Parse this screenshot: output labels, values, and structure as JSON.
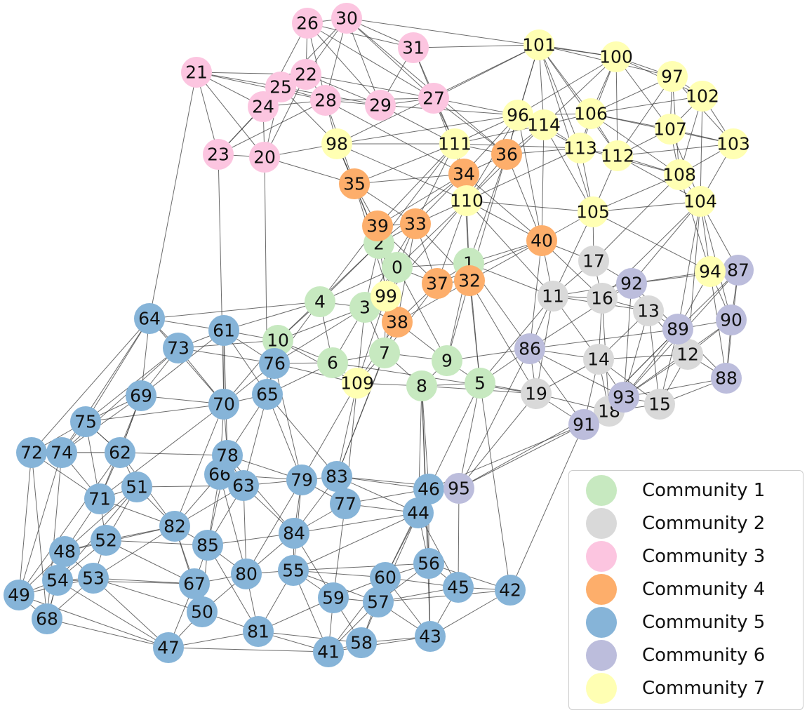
{
  "graph": {
    "communities": [
      {
        "id": 1,
        "label": "Community 1",
        "color": "#c7e9c0"
      },
      {
        "id": 2,
        "label": "Community 2",
        "color": "#d9d9d9"
      },
      {
        "id": 3,
        "label": "Community 3",
        "color": "#fcc5e0"
      },
      {
        "id": 4,
        "label": "Community 4",
        "color": "#fdae6b"
      },
      {
        "id": 5,
        "label": "Community 5",
        "color": "#86b4d8"
      },
      {
        "id": 6,
        "label": "Community 6",
        "color": "#bcbddc"
      },
      {
        "id": 7,
        "label": "Community 7",
        "color": "#ffffb3"
      }
    ],
    "nodes": [
      {
        "id": "0",
        "community": 1
      },
      {
        "id": "1",
        "community": 1
      },
      {
        "id": "2",
        "community": 1
      },
      {
        "id": "3",
        "community": 1
      },
      {
        "id": "4",
        "community": 1
      },
      {
        "id": "5",
        "community": 1
      },
      {
        "id": "6",
        "community": 1
      },
      {
        "id": "7",
        "community": 1
      },
      {
        "id": "8",
        "community": 1
      },
      {
        "id": "9",
        "community": 1
      },
      {
        "id": "10",
        "community": 1
      },
      {
        "id": "11",
        "community": 2
      },
      {
        "id": "12",
        "community": 2
      },
      {
        "id": "13",
        "community": 2
      },
      {
        "id": "14",
        "community": 2
      },
      {
        "id": "15",
        "community": 2
      },
      {
        "id": "16",
        "community": 2
      },
      {
        "id": "17",
        "community": 2
      },
      {
        "id": "18",
        "community": 2
      },
      {
        "id": "19",
        "community": 2
      },
      {
        "id": "20",
        "community": 3
      },
      {
        "id": "21",
        "community": 3
      },
      {
        "id": "22",
        "community": 3
      },
      {
        "id": "23",
        "community": 3
      },
      {
        "id": "24",
        "community": 3
      },
      {
        "id": "25",
        "community": 3
      },
      {
        "id": "26",
        "community": 3
      },
      {
        "id": "27",
        "community": 3
      },
      {
        "id": "28",
        "community": 3
      },
      {
        "id": "29",
        "community": 3
      },
      {
        "id": "30",
        "community": 3
      },
      {
        "id": "31",
        "community": 3
      },
      {
        "id": "32",
        "community": 4
      },
      {
        "id": "33",
        "community": 4
      },
      {
        "id": "34",
        "community": 4
      },
      {
        "id": "35",
        "community": 4
      },
      {
        "id": "36",
        "community": 4
      },
      {
        "id": "37",
        "community": 4
      },
      {
        "id": "38",
        "community": 4
      },
      {
        "id": "39",
        "community": 4
      },
      {
        "id": "40",
        "community": 4
      },
      {
        "id": "41",
        "community": 5
      },
      {
        "id": "42",
        "community": 5
      },
      {
        "id": "43",
        "community": 5
      },
      {
        "id": "44",
        "community": 5
      },
      {
        "id": "45",
        "community": 5
      },
      {
        "id": "46",
        "community": 5
      },
      {
        "id": "47",
        "community": 5
      },
      {
        "id": "48",
        "community": 5
      },
      {
        "id": "49",
        "community": 5
      },
      {
        "id": "50",
        "community": 5
      },
      {
        "id": "51",
        "community": 5
      },
      {
        "id": "52",
        "community": 5
      },
      {
        "id": "53",
        "community": 5
      },
      {
        "id": "54",
        "community": 5
      },
      {
        "id": "55",
        "community": 5
      },
      {
        "id": "56",
        "community": 5
      },
      {
        "id": "57",
        "community": 5
      },
      {
        "id": "58",
        "community": 5
      },
      {
        "id": "59",
        "community": 5
      },
      {
        "id": "60",
        "community": 5
      },
      {
        "id": "61",
        "community": 5
      },
      {
        "id": "62",
        "community": 5
      },
      {
        "id": "63",
        "community": 5
      },
      {
        "id": "64",
        "community": 5
      },
      {
        "id": "65",
        "community": 5
      },
      {
        "id": "66",
        "community": 5
      },
      {
        "id": "67",
        "community": 5
      },
      {
        "id": "68",
        "community": 5
      },
      {
        "id": "69",
        "community": 5
      },
      {
        "id": "70",
        "community": 5
      },
      {
        "id": "71",
        "community": 5
      },
      {
        "id": "72",
        "community": 5
      },
      {
        "id": "73",
        "community": 5
      },
      {
        "id": "74",
        "community": 5
      },
      {
        "id": "75",
        "community": 5
      },
      {
        "id": "76",
        "community": 5
      },
      {
        "id": "77",
        "community": 5
      },
      {
        "id": "78",
        "community": 5
      },
      {
        "id": "79",
        "community": 5
      },
      {
        "id": "80",
        "community": 5
      },
      {
        "id": "81",
        "community": 5
      },
      {
        "id": "82",
        "community": 5
      },
      {
        "id": "83",
        "community": 5
      },
      {
        "id": "84",
        "community": 5
      },
      {
        "id": "85",
        "community": 5
      },
      {
        "id": "86",
        "community": 6
      },
      {
        "id": "87",
        "community": 6
      },
      {
        "id": "88",
        "community": 6
      },
      {
        "id": "89",
        "community": 6
      },
      {
        "id": "90",
        "community": 6
      },
      {
        "id": "91",
        "community": 6
      },
      {
        "id": "92",
        "community": 6
      },
      {
        "id": "93",
        "community": 6
      },
      {
        "id": "95",
        "community": 6
      },
      {
        "id": "94",
        "community": 7
      },
      {
        "id": "96",
        "community": 7
      },
      {
        "id": "97",
        "community": 7
      },
      {
        "id": "98",
        "community": 7
      },
      {
        "id": "99",
        "community": 7
      },
      {
        "id": "100",
        "community": 7
      },
      {
        "id": "101",
        "community": 7
      },
      {
        "id": "102",
        "community": 7
      },
      {
        "id": "103",
        "community": 7
      },
      {
        "id": "104",
        "community": 7
      },
      {
        "id": "105",
        "community": 7
      },
      {
        "id": "106",
        "community": 7
      },
      {
        "id": "107",
        "community": 7
      },
      {
        "id": "108",
        "community": 7
      },
      {
        "id": "109",
        "community": 7
      },
      {
        "id": "110",
        "community": 7
      },
      {
        "id": "111",
        "community": 7
      },
      {
        "id": "112",
        "community": 7
      },
      {
        "id": "113",
        "community": 7
      },
      {
        "id": "114",
        "community": 7
      }
    ]
  },
  "legend": {
    "items": [
      {
        "label": "Community 1",
        "color": "#c7e9c0"
      },
      {
        "label": "Community 2",
        "color": "#d9d9d9"
      },
      {
        "label": "Community 3",
        "color": "#fcc5e0"
      },
      {
        "label": "Community 4",
        "color": "#fdae6b"
      },
      {
        "label": "Community 5",
        "color": "#86b4d8"
      },
      {
        "label": "Community 6",
        "color": "#bcbddc"
      },
      {
        "label": "Community 7",
        "color": "#ffffb3"
      }
    ]
  }
}
